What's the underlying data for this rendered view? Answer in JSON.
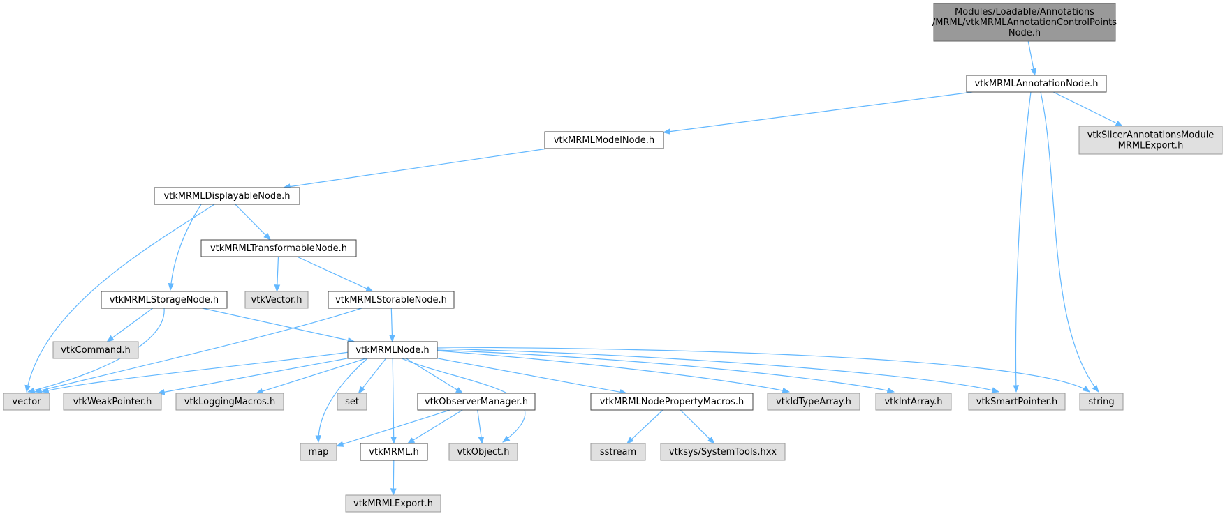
{
  "colors": {
    "edge": "#63b8ff",
    "root_fill": "#999999",
    "root_border": "#666666",
    "doc_fill": "#ffffff",
    "doc_border": "#444444",
    "ext_fill": "#e0e0e0",
    "ext_border": "#999999"
  },
  "nodes": [
    {
      "id": "root",
      "kind": "root",
      "lines": [
        "Modules/Loadable/Annotations",
        "/MRML/vtkMRMLAnnotationControlPoints",
        "Node.h"
      ]
    },
    {
      "id": "annotation_node",
      "kind": "doc",
      "lines": [
        "vtkMRMLAnnotationNode.h"
      ]
    },
    {
      "id": "slicer_export",
      "kind": "ext",
      "lines": [
        "vtkSlicerAnnotationsModule",
        "MRMLExport.h"
      ]
    },
    {
      "id": "model_node",
      "kind": "doc",
      "lines": [
        "vtkMRMLModelNode.h"
      ]
    },
    {
      "id": "displayable_node",
      "kind": "doc",
      "lines": [
        "vtkMRMLDisplayableNode.h"
      ]
    },
    {
      "id": "transformable_node",
      "kind": "doc",
      "lines": [
        "vtkMRMLTransformableNode.h"
      ]
    },
    {
      "id": "storage_node",
      "kind": "doc",
      "lines": [
        "vtkMRMLStorageNode.h"
      ]
    },
    {
      "id": "vtk_vector",
      "kind": "ext",
      "lines": [
        "vtkVector.h"
      ]
    },
    {
      "id": "storable_node",
      "kind": "doc",
      "lines": [
        "vtkMRMLStorableNode.h"
      ]
    },
    {
      "id": "vtk_command",
      "kind": "ext",
      "lines": [
        "vtkCommand.h"
      ]
    },
    {
      "id": "mrml_node",
      "kind": "doc",
      "lines": [
        "vtkMRMLNode.h"
      ]
    },
    {
      "id": "vector",
      "kind": "ext",
      "lines": [
        "vector"
      ]
    },
    {
      "id": "weak_pointer",
      "kind": "ext",
      "lines": [
        "vtkWeakPointer.h"
      ]
    },
    {
      "id": "logging_macros",
      "kind": "ext",
      "lines": [
        "vtkLoggingMacros.h"
      ]
    },
    {
      "id": "set",
      "kind": "ext",
      "lines": [
        "set"
      ]
    },
    {
      "id": "observer_manager",
      "kind": "doc",
      "lines": [
        "vtkObserverManager.h"
      ]
    },
    {
      "id": "node_property_macros",
      "kind": "doc",
      "lines": [
        "vtkMRMLNodePropertyMacros.h"
      ]
    },
    {
      "id": "id_type_array",
      "kind": "ext",
      "lines": [
        "vtkIdTypeArray.h"
      ]
    },
    {
      "id": "int_array",
      "kind": "ext",
      "lines": [
        "vtkIntArray.h"
      ]
    },
    {
      "id": "smart_pointer",
      "kind": "ext",
      "lines": [
        "vtkSmartPointer.h"
      ]
    },
    {
      "id": "string",
      "kind": "ext",
      "lines": [
        "string"
      ]
    },
    {
      "id": "map",
      "kind": "ext",
      "lines": [
        "map"
      ]
    },
    {
      "id": "vtk_mrml",
      "kind": "doc",
      "lines": [
        "vtkMRML.h"
      ]
    },
    {
      "id": "vtk_object",
      "kind": "ext",
      "lines": [
        "vtkObject.h"
      ]
    },
    {
      "id": "sstream",
      "kind": "ext",
      "lines": [
        "sstream"
      ]
    },
    {
      "id": "system_tools",
      "kind": "ext",
      "lines": [
        "vtksys/SystemTools.hxx"
      ]
    },
    {
      "id": "mrml_export",
      "kind": "ext",
      "lines": [
        "vtkMRMLExport.h"
      ]
    }
  ],
  "edges": [
    {
      "from": "root",
      "to": "annotation_node"
    },
    {
      "from": "annotation_node",
      "to": "model_node"
    },
    {
      "from": "annotation_node",
      "to": "smart_pointer"
    },
    {
      "from": "annotation_node",
      "to": "string"
    },
    {
      "from": "annotation_node",
      "to": "slicer_export"
    },
    {
      "from": "model_node",
      "to": "displayable_node"
    },
    {
      "from": "displayable_node",
      "to": "vector"
    },
    {
      "from": "displayable_node",
      "to": "storage_node"
    },
    {
      "from": "displayable_node",
      "to": "transformable_node"
    },
    {
      "from": "transformable_node",
      "to": "vtk_vector"
    },
    {
      "from": "transformable_node",
      "to": "storable_node"
    },
    {
      "from": "storage_node",
      "to": "vtk_command"
    },
    {
      "from": "storage_node",
      "to": "vector"
    },
    {
      "from": "storage_node",
      "to": "mrml_node"
    },
    {
      "from": "storable_node",
      "to": "vector"
    },
    {
      "from": "storable_node",
      "to": "mrml_node"
    },
    {
      "from": "mrml_node",
      "to": "vector"
    },
    {
      "from": "mrml_node",
      "to": "weak_pointer"
    },
    {
      "from": "mrml_node",
      "to": "logging_macros"
    },
    {
      "from": "mrml_node",
      "to": "set"
    },
    {
      "from": "mrml_node",
      "to": "map"
    },
    {
      "from": "mrml_node",
      "to": "vtk_mrml"
    },
    {
      "from": "mrml_node",
      "to": "observer_manager"
    },
    {
      "from": "mrml_node",
      "to": "vtk_object"
    },
    {
      "from": "mrml_node",
      "to": "node_property_macros"
    },
    {
      "from": "mrml_node",
      "to": "id_type_array"
    },
    {
      "from": "mrml_node",
      "to": "int_array"
    },
    {
      "from": "mrml_node",
      "to": "smart_pointer"
    },
    {
      "from": "mrml_node",
      "to": "string"
    },
    {
      "from": "observer_manager",
      "to": "map"
    },
    {
      "from": "observer_manager",
      "to": "vtk_mrml"
    },
    {
      "from": "observer_manager",
      "to": "vtk_object"
    },
    {
      "from": "node_property_macros",
      "to": "sstream"
    },
    {
      "from": "node_property_macros",
      "to": "system_tools"
    },
    {
      "from": "vtk_mrml",
      "to": "mrml_export"
    }
  ]
}
